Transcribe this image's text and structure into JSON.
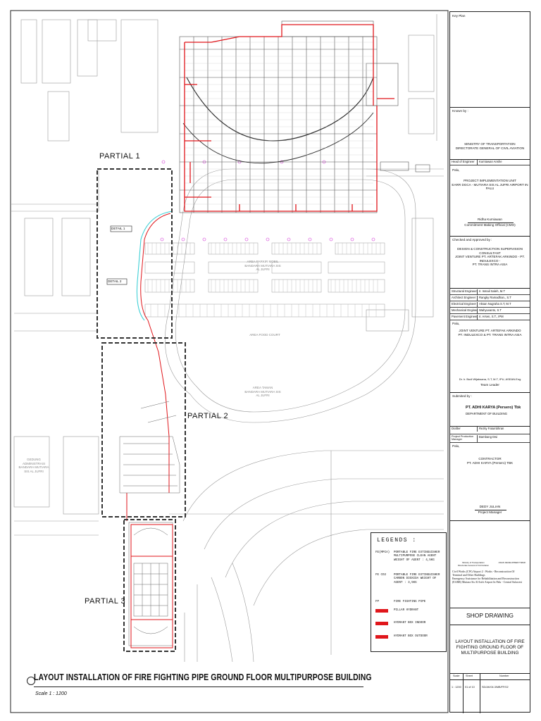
{
  "drawing": {
    "title": "LAYOUT INSTALLATION OF FIRE FIGHTING PIPE GROUND FLOOR MULTIPURPOSE BUILDING",
    "scale": "Scale 1 : 1200",
    "partials": [
      "PARTIAL 1",
      "PARTIAL 2",
      "PARTIAL 3"
    ],
    "detail_tags": [
      "DETAIL 1",
      "DETAIL 2"
    ],
    "areas": {
      "parking": "AREA PARKIR MOBIL\nBANDARA MUTIARA SIS\nAL JUFRI",
      "food_court": "AREA FOOD COURT",
      "garden": "AREA TAMAN\nBANDARA MUTIARA SIS\nAL JUFRI",
      "admin": "GEDUNG\nADMINISTRASI\nBANDARA MUTIARA\nSIS AL JUFRI"
    }
  },
  "legend": {
    "title": "LEGENDS :",
    "items": [
      {
        "code": "FE(MPCA)",
        "text": "PORTABLE FIRE EXTINGUISHER MULTIPURPOSE CLEAN AGENT WEIGHT OF AGENT : 4,5KG"
      },
      {
        "code": "FE CO2",
        "text": "PORTABLE FIRE EXTINGUISHER CARBON DIOXIDA WEIGHT OF AGENT : 3,5KG"
      },
      {
        "code": "FP",
        "text": "FIRE FIGHTING PIPE"
      },
      {
        "code": "",
        "text": "PILLAR HYDRANT"
      },
      {
        "code": "",
        "text": "HYDRANT BOX INDOOR"
      },
      {
        "code": "",
        "text": "HYDRANT BOX OUTDOOR"
      }
    ],
    "colors": {
      "pipe": "#e0161b",
      "line": "#1b1b1b",
      "cyan": "#3fd0d6",
      "magenta": "#d33bd6"
    }
  },
  "title_block": {
    "key_plan": "Key Plan",
    "known_by": "Known by :",
    "ministry": "MINISTRY OF TRANSPORTATION\nDIRECTORATE GENERAL OF CIVIL AVIATION",
    "head_of_engineer_label": "Head of Engineer",
    "head_of_engineer_name": "Kurniawan Anshe",
    "palu1": "Palu,",
    "piu": "PROJECT IMPLEMENTATION UNIT\nEARR DGCA - MUTIARA SIS AL JUFRI AIRPORT IN PALU",
    "ppk_name": "Ridha Kurniawan",
    "ppk_role": "Commitment Making Official (CMO)",
    "checked": "Checked and Approved by :",
    "dcs": "DESIGN & CONSTRUCTION SUPERVISION CONSULTANT\nJOINT VENTURE PT. ARTEFAK ARKINDO - PT. INDULEXCO -\nPT. TRANS INTRA ASIA",
    "engineers": [
      {
        "role": "Structural Engineer",
        "name": "Ir. Ismail Saleh, M.T"
      },
      {
        "role": "Architect Engineer",
        "name": "Rangky Ramadhan., S.T"
      },
      {
        "role": "Electrical Engineer",
        "name": "Aksan Nugraha S.T, M.T"
      },
      {
        "role": "Mechanical Engineer",
        "name": "Wahyuvanto, S.T"
      },
      {
        "role": "Pavement Engineer",
        "name": "Ir. Arsen, S.T., IPM"
      }
    ],
    "palu2": "Palu,",
    "jv": "JOINT VENTURE PT. ARTEFAK ARKINDO\nPT. INDULEXCO & PT. TRANS INTRA ASIA",
    "team_leader_name": "Dr. Ir. Budi Wijaksana, S.T, M.T, IPU, ASEAN.Eng",
    "team_leader_role": "Team Leader",
    "submitted": "Submited by :",
    "adhi": "PT. ADHI KARYA (Persero) Tbk",
    "dept": "DEPARTMENT OF BUILDING",
    "drafter_label": "Drafter",
    "drafter_name": "Rezky Fatumbhran",
    "ppm_label": "Project Production Manager",
    "ppm_name": "Bambang Dwi",
    "palu3": "Palu,",
    "contractor": "CONTRACTOR\nPT. ADHI KARYA (Persero) TBK",
    "pm_name": "DEDY JULIAN",
    "pm_role": "Project Manager",
    "adb": "ADB",
    "ministry_small": "Ministry of Transportation\nDirectorate General of Civil Aviation",
    "adb_small": "ASIAN DEVELOPMENT BANK",
    "works": "Civil Works (CW) Airport 2 : Works - Reconstruction Of\nTerminal and Other Buildings\nEmergency Assistance for Rehabilitation and Reconstruction\n(EARR) Mutiara Sis Al-Jufri Airport In Palu - Central Sulawesi",
    "shop": "SHOP DRAWING",
    "sheet_title": "LAYOUT INSTALLATION OF FIRE\nFIGHTING GROUND FLOOR OF\nMULTIPURPOSE BUILDING",
    "scale_label": "Scale",
    "sheet_label": "Sheet",
    "number_label": "Number",
    "scale_val": "1 : 1200",
    "sheet_val": "01 of 10",
    "number_val": "SD/AK/04.3/MB/FF/02"
  }
}
